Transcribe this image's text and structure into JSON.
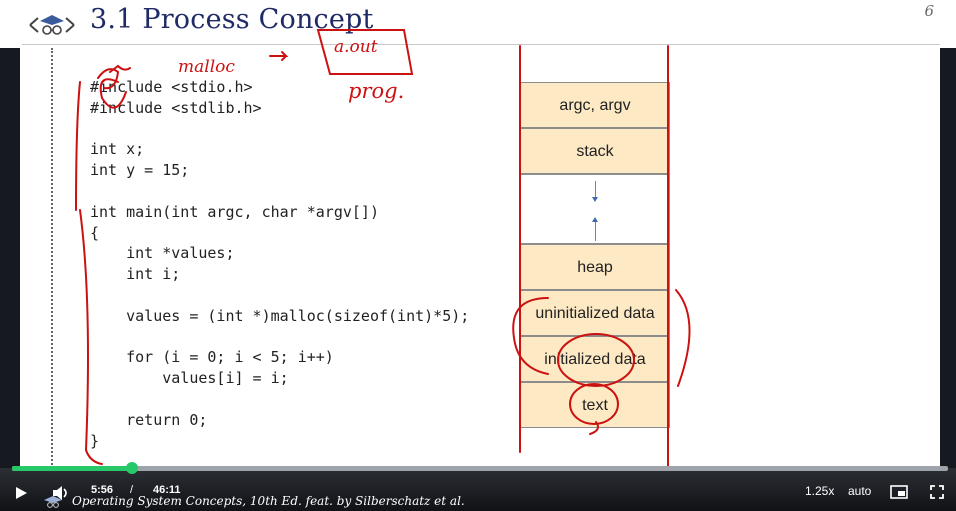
{
  "slide": {
    "title": "3.1  Process Concept",
    "page_number": "6",
    "footer": "Operating System Concepts, 10th Ed. feat. by Silberschatz et al."
  },
  "code": [
    "#include <stdio.h>",
    "#include <stdlib.h>",
    "",
    "int x;",
    "int y = 15;",
    "",
    "int main(int argc, char *argv[])",
    "{",
    "    int *values;",
    "    int i;",
    "",
    "    values = (int *)malloc(sizeof(int)*5);",
    "",
    "    for (i = 0; i < 5; i++)",
    "        values[i] = i;",
    "",
    "    return 0;",
    "}"
  ],
  "memory": {
    "segments": [
      {
        "label": "argc, argv"
      },
      {
        "label": "stack"
      },
      {
        "label": ""
      },
      {
        "label": "heap"
      },
      {
        "label": "uninitialized data"
      },
      {
        "label": "initialized data"
      },
      {
        "label": "text"
      }
    ]
  },
  "annotations": {
    "a1": "malloc",
    "a2": "a.out",
    "a3": "prog."
  },
  "player": {
    "current_time": "5:56",
    "separator": "/",
    "duration": "46:11",
    "progress_fraction": 0.128,
    "speed": "1.25x",
    "quality": "auto"
  },
  "colors": {
    "title": "#1f2a66",
    "memory_fill": "#fde9c4",
    "ink": "#cc1111",
    "progress": "#27c86a"
  }
}
